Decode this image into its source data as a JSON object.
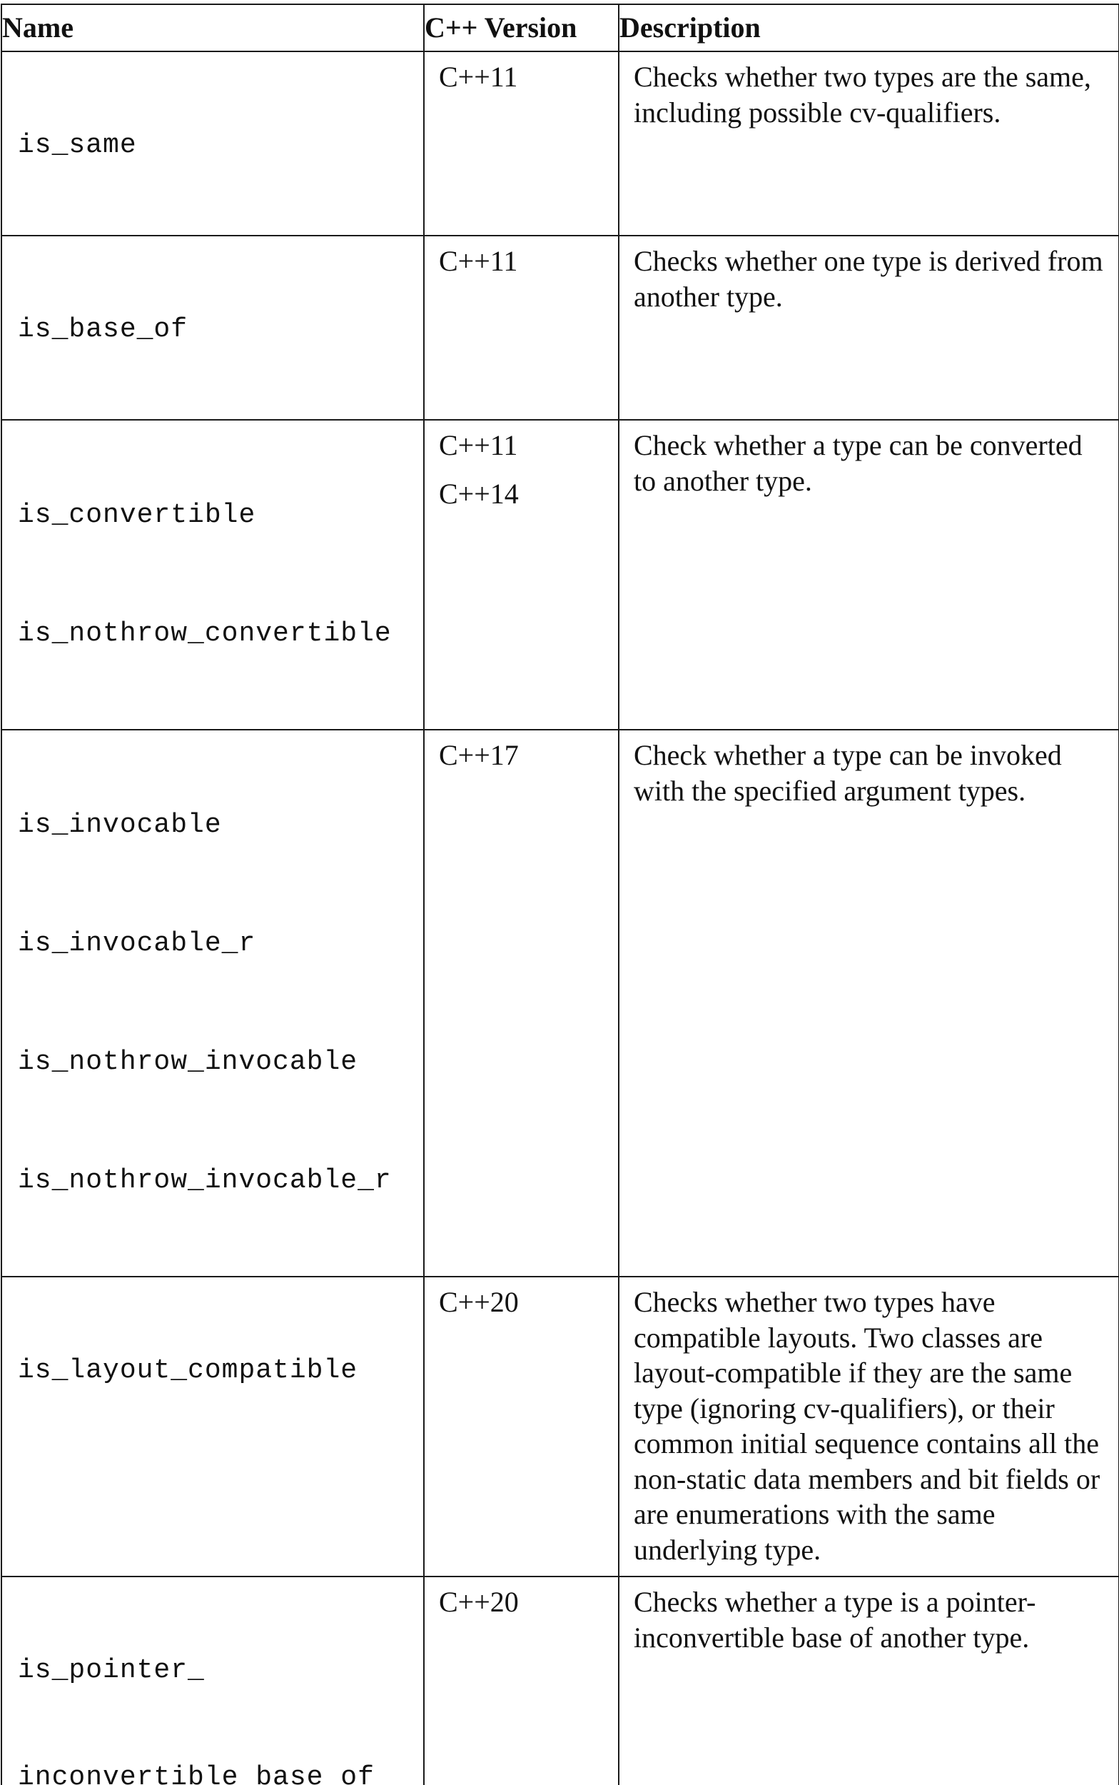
{
  "table": {
    "headers": {
      "name": "Name",
      "version": "C++ Version",
      "description": "Description"
    },
    "rows": [
      {
        "names": [
          "is_same"
        ],
        "versions": [
          "C++11"
        ],
        "description": "Checks whether two types are the same, including possible cv-qualifiers."
      },
      {
        "names": [
          "is_base_of"
        ],
        "versions": [
          "C++11"
        ],
        "description": "Checks whether one type is derived from another type."
      },
      {
        "names": [
          "is_convertible",
          "is_nothrow_convertible"
        ],
        "versions": [
          "C++11",
          "C++14"
        ],
        "description": "Check whether a type can be converted to another type."
      },
      {
        "names": [
          "is_invocable",
          "is_invocable_r",
          "is_nothrow_invocable",
          "is_nothrow_invocable_r"
        ],
        "versions": [
          "C++17"
        ],
        "description": "Check whether a type can be invoked with the specified argument types."
      },
      {
        "names": [
          "is_layout_compatible"
        ],
        "versions": [
          "C++20"
        ],
        "description": "Checks whether two types have compatible layouts. Two classes are layout-compatible if they are the same type (ignoring cv-qualifiers), or their common initial sequence contains all the non-static data members and bit fields or are enumerations with the same underlying type."
      },
      {
        "names": [
          "is_pointer_",
          "inconvertible_base_of"
        ],
        "versions": [
          "C++20"
        ],
        "description": "Checks whether a type is a pointer-inconvertible base of another type."
      }
    ]
  }
}
